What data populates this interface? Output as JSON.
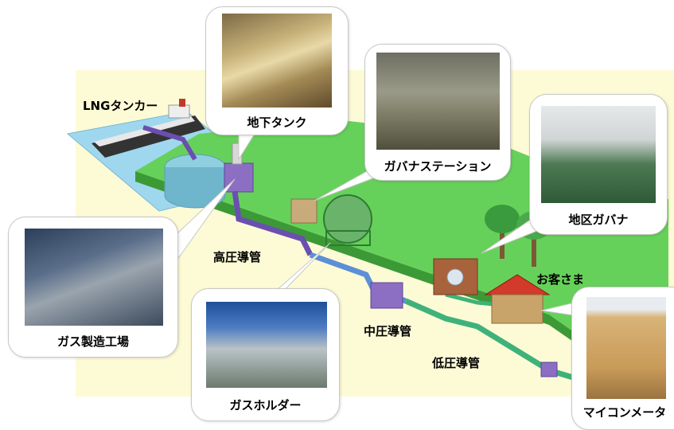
{
  "labels": {
    "lng_tanker": "LNGタンカー",
    "underground_tank": "地下タンク",
    "governor_station": "ガバナステーション",
    "district_governor": "地区ガバナ",
    "customer": "お客さま",
    "micom_meter": "マイコンメータ",
    "gas_plant": "ガス製造工場",
    "high_pressure_pipe": "高圧導管",
    "gas_holder": "ガスホルダー",
    "medium_pressure_pipe": "中圧導管",
    "low_pressure_pipe": "低圧導管"
  },
  "colors": {
    "land": "#66d15a",
    "land_shadow": "#3c9a36",
    "sea": "#9fd8ee",
    "band_background": "#fdfbd6",
    "high_pressure_pipe": "#6b4fb0",
    "medium_pressure_pipe": "#5c8fd6",
    "low_pressure_pipe": "#3fb27a"
  }
}
